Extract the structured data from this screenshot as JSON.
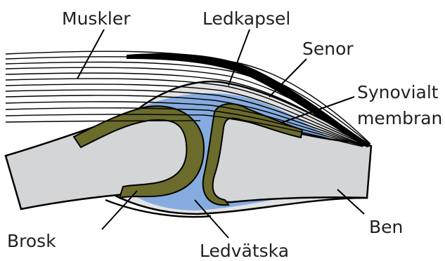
{
  "labels": {
    "muscles": "Muskler",
    "joint_capsule": "Ledkapsel",
    "tendons": "Senor",
    "synovial_line1": "Synovialt",
    "synovial_line2": "membran",
    "bone": "Ben",
    "cartilage": "Brosk",
    "synovial_fluid": "Ledvätska"
  },
  "colors": {
    "bone": "#d4d5d7",
    "cartilage": "#6b6b2c",
    "fluid": "#86acdf",
    "capsule": "#e3e3e3",
    "line": "#000000"
  }
}
